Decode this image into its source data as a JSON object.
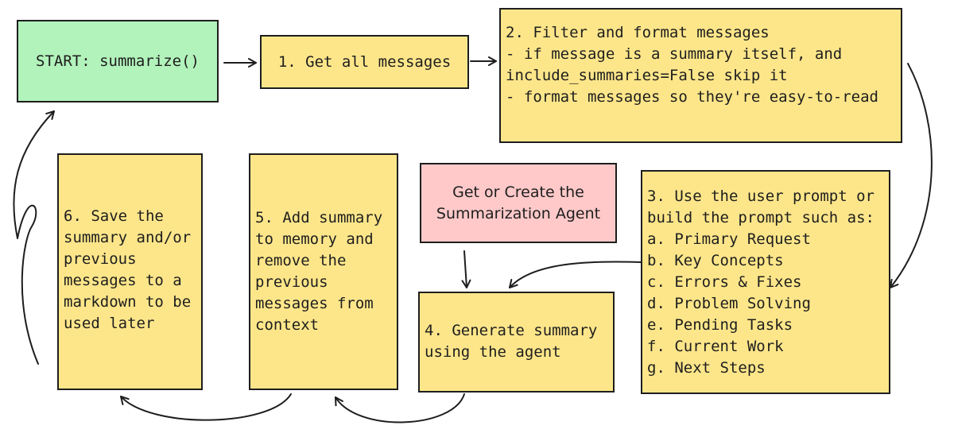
{
  "nodes": {
    "start": {
      "label": "START: summarize()"
    },
    "step1": {
      "label": "1. Get all messages"
    },
    "step2": {
      "lines": [
        "2. Filter and format messages",
        "",
        "- if message is a summary itself, and",
        "include_summaries=False skip it",
        "- format messages so they're easy-to-read"
      ]
    },
    "step3": {
      "lines": [
        "3. Use the user prompt or",
        "build the prompt such as:",
        "a. Primary Request",
        "b. Key Concepts",
        "c. Errors & Fixes",
        "d. Problem Solving",
        "e. Pending Tasks",
        "f. Current Work",
        "g. Next Steps"
      ]
    },
    "agent": {
      "lines": [
        "Get or Create the",
        "Summarization Agent"
      ]
    },
    "step4": {
      "lines": [
        "4. Generate summary",
        "using the agent"
      ]
    },
    "step5": {
      "lines": [
        "5. Add summary",
        "to memory and",
        "remove the",
        "previous",
        "messages from",
        "context"
      ]
    },
    "step6": {
      "lines": [
        "6. Save the",
        "summary and/or",
        "previous",
        "messages to a",
        "markdown to be",
        "used later"
      ]
    }
  },
  "colors": {
    "step": "#fde68a",
    "start": "#b2f2bb",
    "agent": "#ffc9c9",
    "stroke": "#1e1e1e"
  }
}
